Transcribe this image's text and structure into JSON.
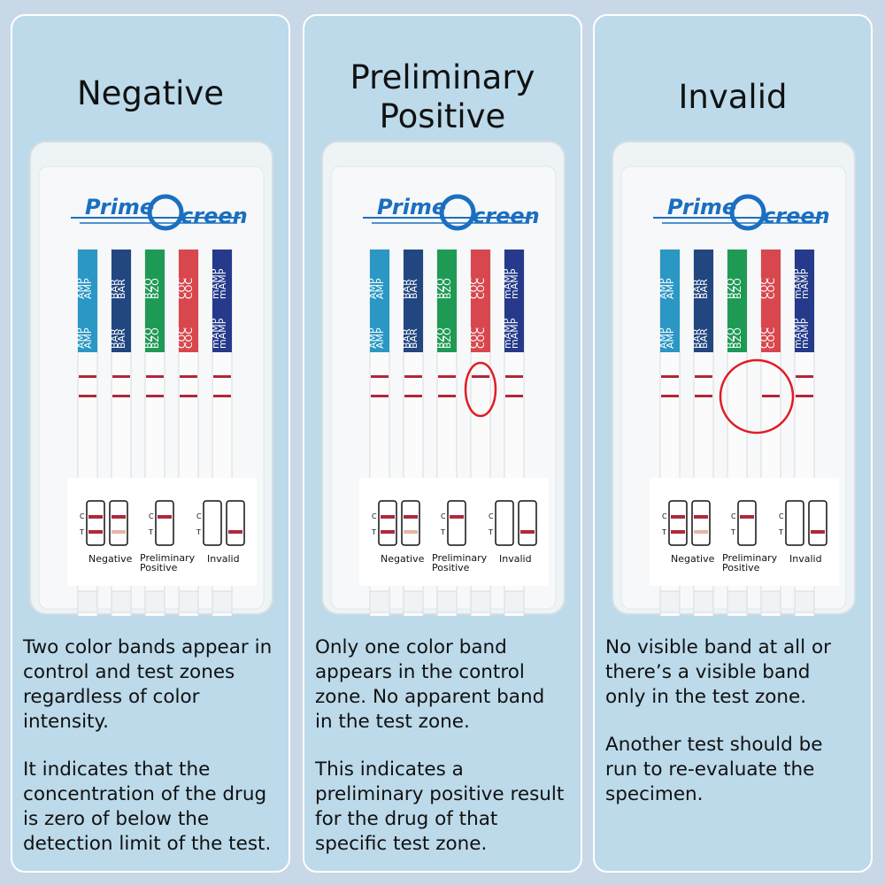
{
  "panels": [
    {
      "title_lines": [
        "Negative"
      ],
      "cassette": {
        "brand": [
          "Prime",
          "creen"
        ],
        "strips": [
          {
            "code": "AMP",
            "color": "#2a97c4"
          },
          {
            "code": "BAR",
            "color": "#22467f"
          },
          {
            "code": "BZO",
            "color": "#1f9a55"
          },
          {
            "code": "COC",
            "color": "#d8474d"
          },
          {
            "code": "mAMP",
            "color": "#253a8a"
          }
        ],
        "strip_bands": [
          [
            1,
            1
          ],
          [
            1,
            1
          ],
          [
            1,
            1
          ],
          [
            1,
            1
          ],
          [
            1,
            1
          ]
        ],
        "highlight": null,
        "legend": {
          "c": "C",
          "t": "T",
          "labels": [
            "Negative",
            "Preliminary Positive",
            "Invalid"
          ],
          "prelim_lines": [
            "Preliminary",
            "Positive"
          ]
        }
      },
      "description": [
        "Two color bands appear in control and test zones regardless of color intensity.",
        "It indicates that the concentration of the drug is zero of below the detection limit of the test."
      ],
      "description_lines": [
        [
          "Two color bands appear in",
          "control and test zones",
          "regardless of color intensity."
        ],
        [
          "It indicates that the",
          "concentration of the drug",
          "is zero of below the",
          "detection limit of the test."
        ]
      ]
    },
    {
      "title_lines": [
        "Preliminary",
        "Positive"
      ],
      "cassette": {
        "brand": [
          "Prime",
          "creen"
        ],
        "strips": [
          {
            "code": "AMP",
            "color": "#2a97c4"
          },
          {
            "code": "BAR",
            "color": "#22467f"
          },
          {
            "code": "BZO",
            "color": "#1f9a55"
          },
          {
            "code": "COC",
            "color": "#d8474d"
          },
          {
            "code": "mAMP",
            "color": "#253a8a"
          }
        ],
        "strip_bands": [
          [
            1,
            1
          ],
          [
            1,
            1
          ],
          [
            1,
            1
          ],
          [
            1,
            0
          ],
          [
            1,
            1
          ]
        ],
        "highlight": "ellipse",
        "legend": {
          "c": "C",
          "t": "T",
          "labels": [
            "Negative",
            "Preliminary Positive",
            "Invalid"
          ],
          "prelim_lines": [
            "Preliminary",
            "Positive"
          ]
        }
      },
      "description": [
        "Only one color band appears in the control zone. No apparent band in the test zone.",
        "This indicates a preliminary positive result for the drug of that specific test zone."
      ],
      "description_lines": [
        [
          "Only one color band",
          "appears in the control",
          "zone. No apparent band",
          "in the test zone."
        ],
        [
          "This indicates a",
          "preliminary positive result",
          "for the drug of that",
          "specific test zone."
        ]
      ]
    },
    {
      "title_lines": [
        "Invalid"
      ],
      "cassette": {
        "brand": [
          "Prime",
          "creen"
        ],
        "strips": [
          {
            "code": "AMP",
            "color": "#2a97c4"
          },
          {
            "code": "BAR",
            "color": "#22467f"
          },
          {
            "code": "BZO",
            "color": "#1f9a55"
          },
          {
            "code": "COC",
            "color": "#d8474d"
          },
          {
            "code": "mAMP",
            "color": "#253a8a"
          }
        ],
        "strip_bands": [
          [
            1,
            1
          ],
          [
            1,
            1
          ],
          [
            0,
            0
          ],
          [
            0,
            1
          ],
          [
            1,
            1
          ]
        ],
        "highlight": "circle",
        "legend": {
          "c": "C",
          "t": "T",
          "labels": [
            "Negative",
            "Preliminary Positive",
            "Invalid"
          ],
          "prelim_lines": [
            "Preliminary",
            "Positive"
          ]
        }
      },
      "description": [
        "No visible band at all or there’s a visible band only in the test zone.",
        "Another test should be run to re-evaluate the specimen."
      ],
      "description_lines": [
        [
          "No visible band at all or",
          "there’s a visible band",
          "only in the test zone."
        ],
        [
          "Another test should be",
          "run to re-evaluate the",
          "specimen."
        ]
      ]
    }
  ],
  "colors": {
    "background": "#bcdaea",
    "brand_blue": "#1b6fc0",
    "band_red": "#b0283b",
    "band_pink": "#e6b6a8",
    "highlight_red": "#e01c24"
  }
}
